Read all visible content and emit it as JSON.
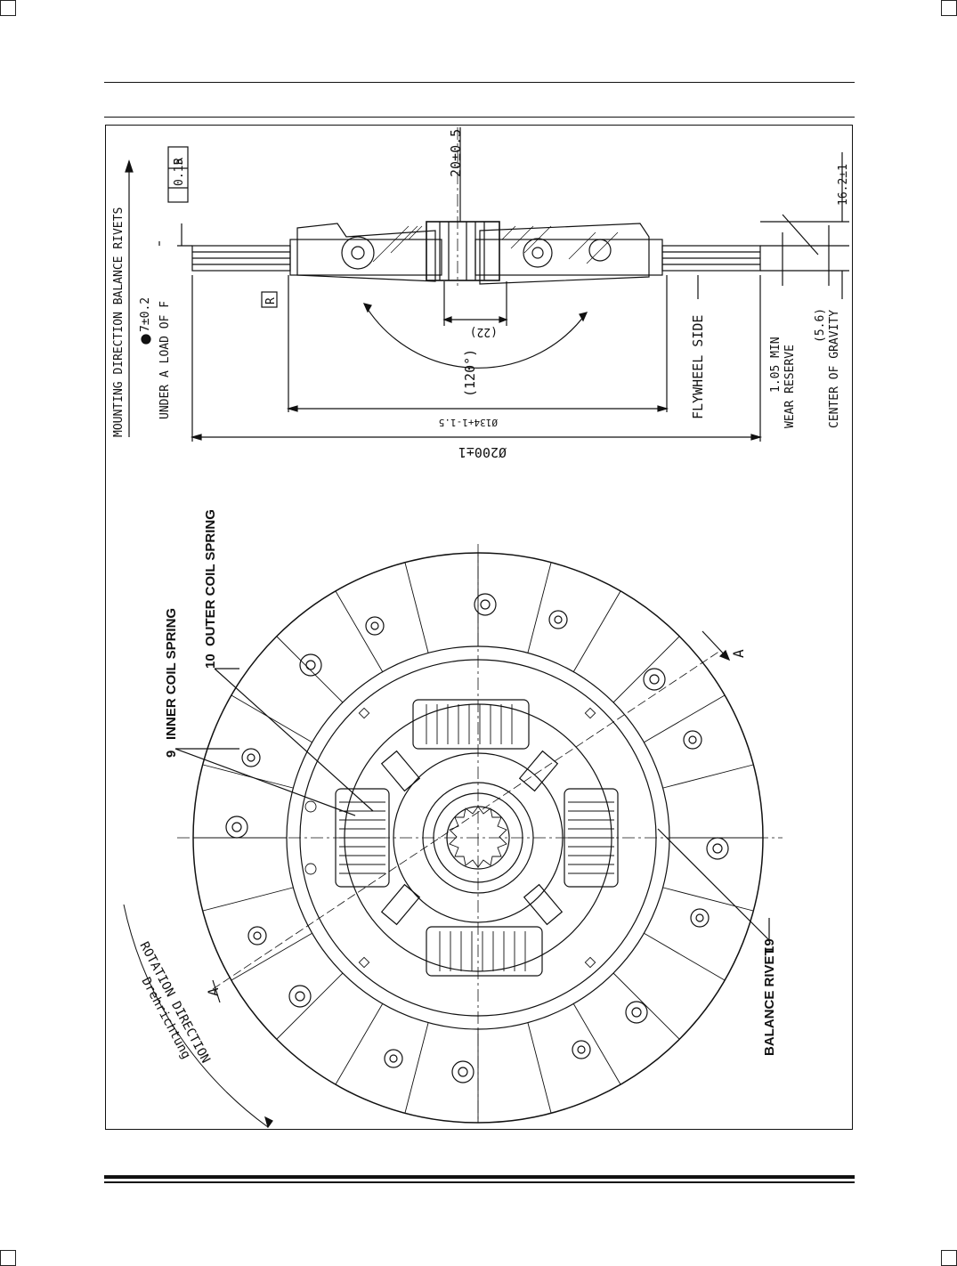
{
  "drawing": {
    "mounting_direction": "MOUNTING DIRECTION BALANCE RIVETS",
    "tolerance_value": "0.15",
    "datum_r": "R",
    "load_dim": "7±0.2",
    "under_load": "UNDER A LOAD OF F",
    "thickness": "20±0.5",
    "dim_16": "16.2±1",
    "dim_22": "(22)",
    "angle_120": "(120°)",
    "dim_134": "Ø134+1-1.5",
    "dim_200": "Ø200±1",
    "flywheel_side": "FLYWHEEL SIDE",
    "wear_value": "1.05 MIN",
    "wear_label": "WEAR RESERVE",
    "cg_value": "(5.6)",
    "cg_label": "CENTER OF GRAVITY",
    "inner_spring_num": "9",
    "inner_spring": "INNER COIL SPRING",
    "outer_spring_num": "10",
    "outer_spring": "OUTER COIL SPRING",
    "rivet_num": "19",
    "rivet_label": "BALANCE RIVET",
    "rotation_en": "ROTATION DIRECTION",
    "rotation_de": "Drehrichtung",
    "section_a": "A"
  }
}
